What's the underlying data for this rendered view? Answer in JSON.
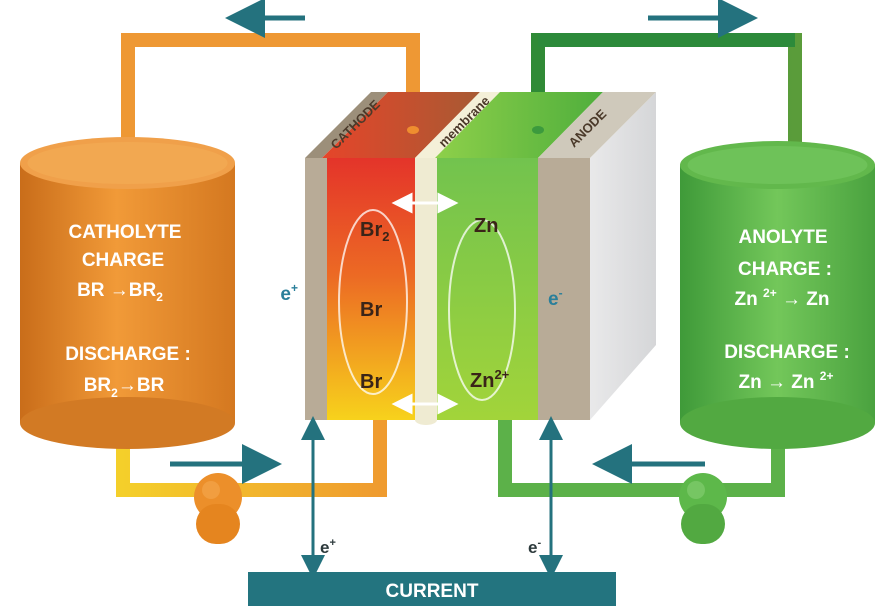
{
  "colors": {
    "catholyte": "#e98a2b",
    "anolyte": "#5db84a",
    "teal": "#24727e",
    "electrode": "#b8ab97",
    "membrane": "#efebd2"
  },
  "icons": {
    "flow_arrow": "arrow-icon",
    "pump": "pump-icon",
    "ion_exchange": "double-arrow-icon"
  },
  "catholyte_tank": {
    "line1": "CATHOLYTE",
    "line2": "CHARGE",
    "line3_base": "BR →BR",
    "line3_sub": "2",
    "line4": "DISCHARGE :",
    "line5_base": "BR",
    "line5_sub": "2",
    "line5_rest": "→BR"
  },
  "anolyte_tank": {
    "line1": "ANOLYTE",
    "line2": "CHARGE :",
    "line3_base": "Zn ",
    "line3_sup": "2+",
    "line3_rest": " → Zn",
    "line4": "DISCHARGE :",
    "line5_base": "Zn → Zn ",
    "line5_sup": "2+"
  },
  "cell": {
    "cathode_label": "CATHODE",
    "membrane_label": "membrane",
    "anode_label": "ANODE",
    "br2_base": "Br",
    "br2_sub": "2",
    "br_mid": "Br",
    "br_bottom": "Br",
    "zn_top": "Zn",
    "zn2_base": "Zn",
    "zn2_sup": "2+"
  },
  "electrons": {
    "left_inside_base": "e",
    "left_inside_sup": "+",
    "right_inside_base": "e",
    "right_inside_sup": "-",
    "left_outside_base": "e",
    "left_outside_sup": "+",
    "right_outside_base": "e",
    "right_outside_sup": "-"
  },
  "current_label": "CURRENT"
}
